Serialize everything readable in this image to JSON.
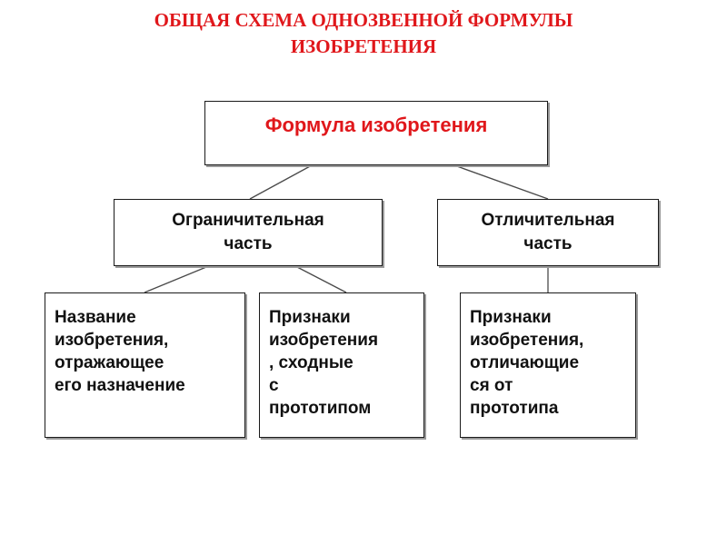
{
  "title": {
    "lines": [
      "ОБЩАЯ СХЕМА ОДНОЗВЕННОЙ ФОРМУЛЫ",
      "ИЗОБРЕТЕНИЯ"
    ]
  },
  "root": {
    "label": "Формула изобретения"
  },
  "limiting_part": {
    "lines": [
      "Ограничительная",
      "часть"
    ]
  },
  "distinctive_part": {
    "lines": [
      "Отличительная",
      "часть"
    ]
  },
  "leaves": [
    {
      "lines": [
        "Название",
        "изобретения,",
        "отражающее",
        "его назначение"
      ]
    },
    {
      "lines": [
        "Признаки",
        "изобретения",
        ", сходные",
        "с",
        "прототипом"
      ]
    },
    {
      "lines": [
        "Признаки",
        "изобретения,",
        "отличающие",
        "ся от",
        "прототипа"
      ]
    }
  ],
  "colors": {
    "accent_red": "#e0171b",
    "text": "#111111",
    "border": "#1a1a1a"
  }
}
